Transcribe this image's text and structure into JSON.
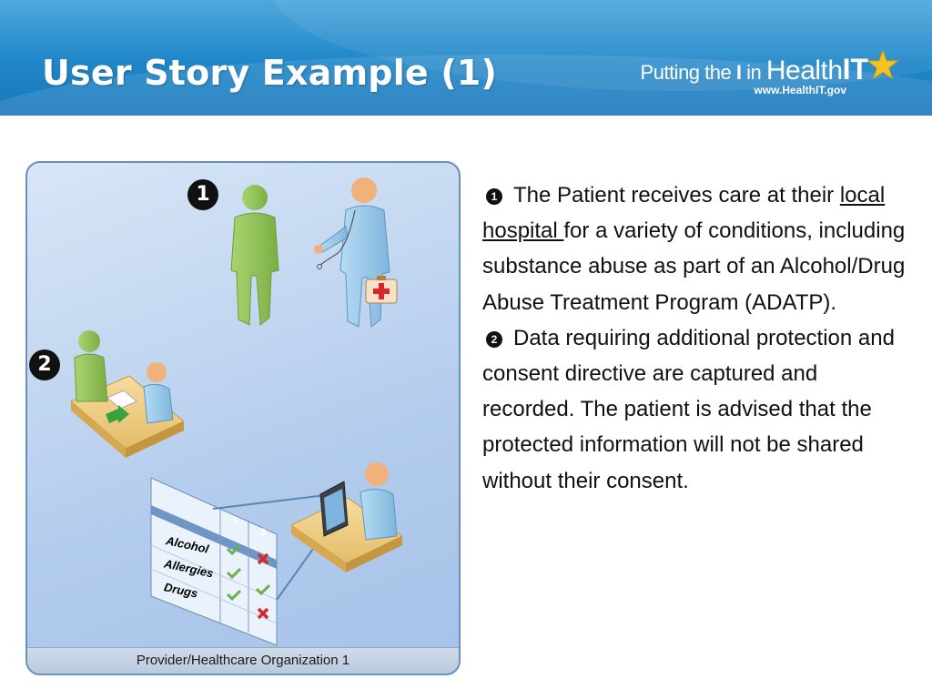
{
  "header": {
    "title": "User Story Example (1)",
    "logo": {
      "putting": "Putting the ",
      "i": "I",
      "in": " in ",
      "health": "Health",
      "it": "IT",
      "url": "www.HealthIT.gov"
    }
  },
  "illustration": {
    "step1": "1",
    "step2": "2",
    "chart_rows": [
      "Alcohol",
      "Allergies",
      "Drugs"
    ],
    "chart_cols": [
      "2",
      "3"
    ],
    "caption": "Provider/Healthcare Organization 1"
  },
  "text": {
    "p1": {
      "num": "1",
      "before": "The Patient receives care at their ",
      "link": "local hospital ",
      "after": "for a variety of conditions, including substance abuse as part of an Alcohol/Drug Abuse Treatment Program (ADATP)."
    },
    "p2": {
      "num": "2",
      "text": "Data requiring additional protection and consent directive are captured and recorded. The patient is advised that the protected information will not be shared without their consent."
    }
  },
  "colors": {
    "header_blue": "#1f86c8",
    "panel_blue": "#b3cced",
    "figure_green": "#8fc15a",
    "figure_blue": "#8fc4e6",
    "desk_tan": "#f0cf8a",
    "check_green": "#6ab04c",
    "cross_red": "#d9262a"
  }
}
